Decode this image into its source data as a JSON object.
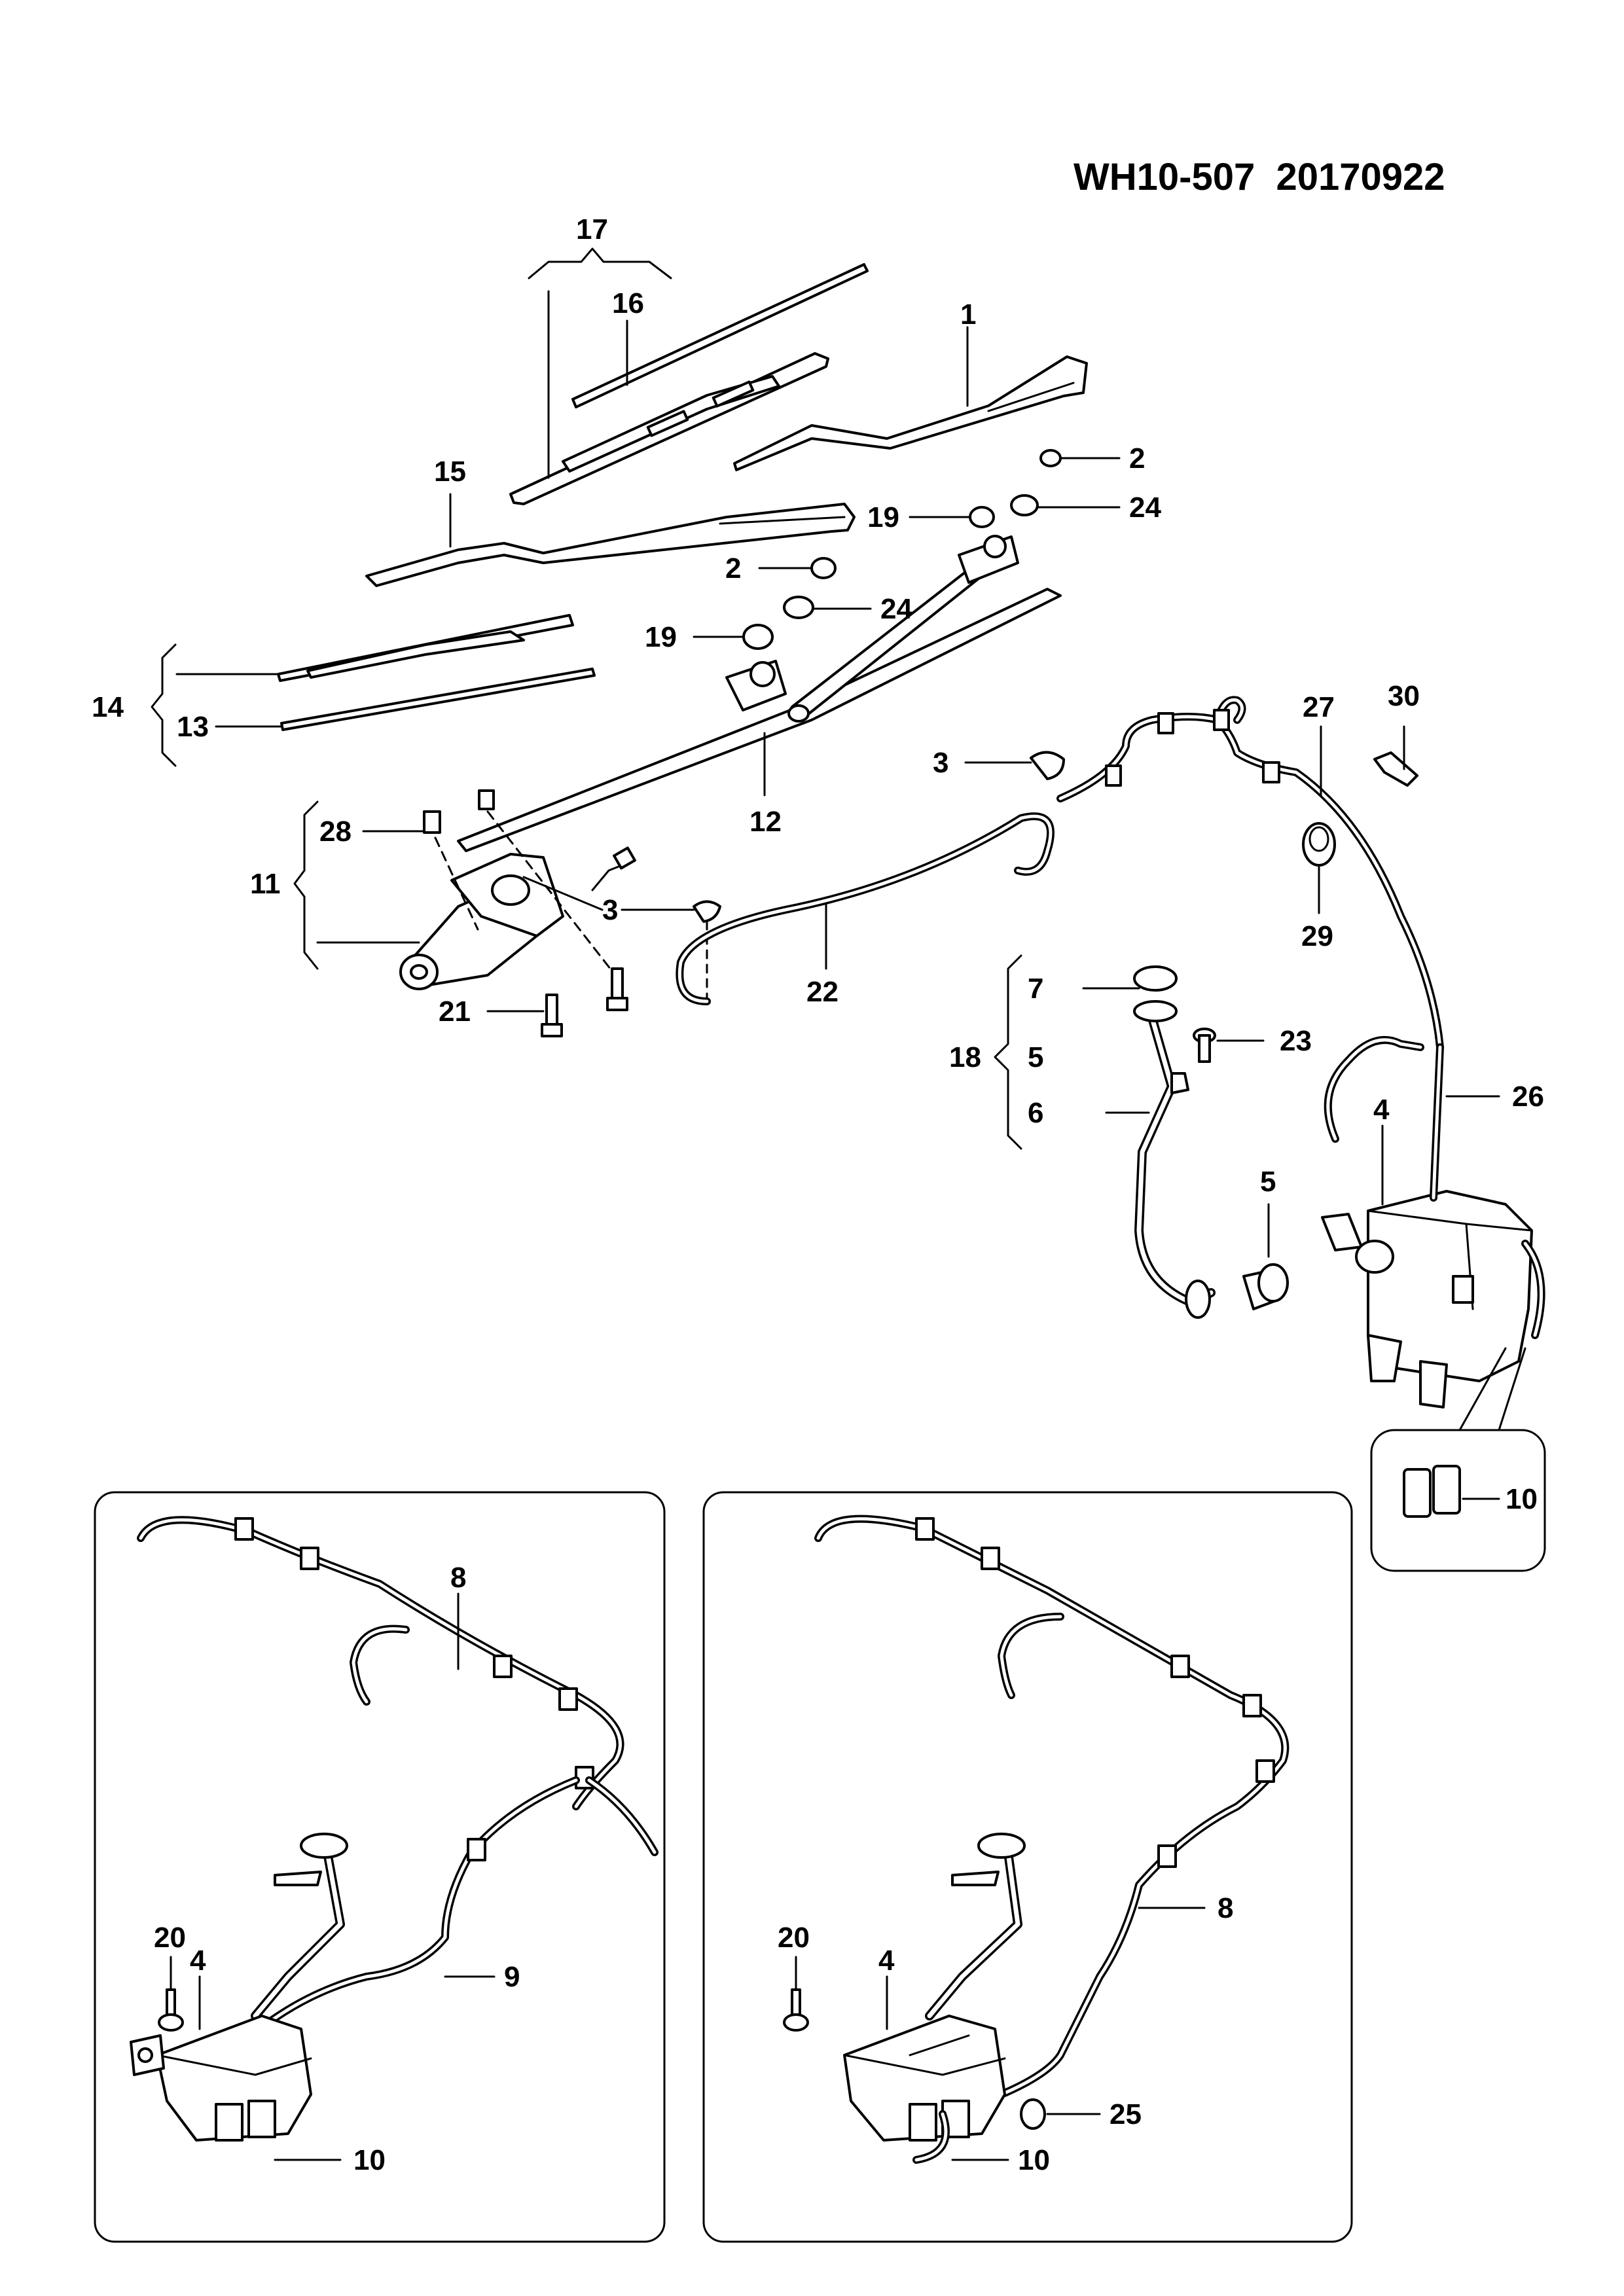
{
  "header": {
    "code": "WH10-507  20170922"
  },
  "callouts": {
    "c1": "1",
    "c2a": "2",
    "c2b": "2",
    "c3a": "3",
    "c3b": "3",
    "c4a": "4",
    "c4b": "4",
    "c4c": "4",
    "c5a": "5",
    "c5b": "5",
    "c6": "6",
    "c7": "7",
    "c8a": "8",
    "c8b": "8",
    "c9": "9",
    "c10a": "10",
    "c10b": "10",
    "c10c": "10",
    "c11": "11",
    "c12": "12",
    "c13": "13",
    "c14": "14",
    "c15": "15",
    "c16": "16",
    "c17": "17",
    "c18": "18",
    "c19a": "19",
    "c19b": "19",
    "c20a": "20",
    "c20b": "20",
    "c21": "21",
    "c22": "22",
    "c23": "23",
    "c24a": "24",
    "c24b": "24",
    "c25": "25",
    "c26": "26",
    "c27": "27",
    "c28": "28",
    "c29": "29",
    "c30": "30"
  }
}
